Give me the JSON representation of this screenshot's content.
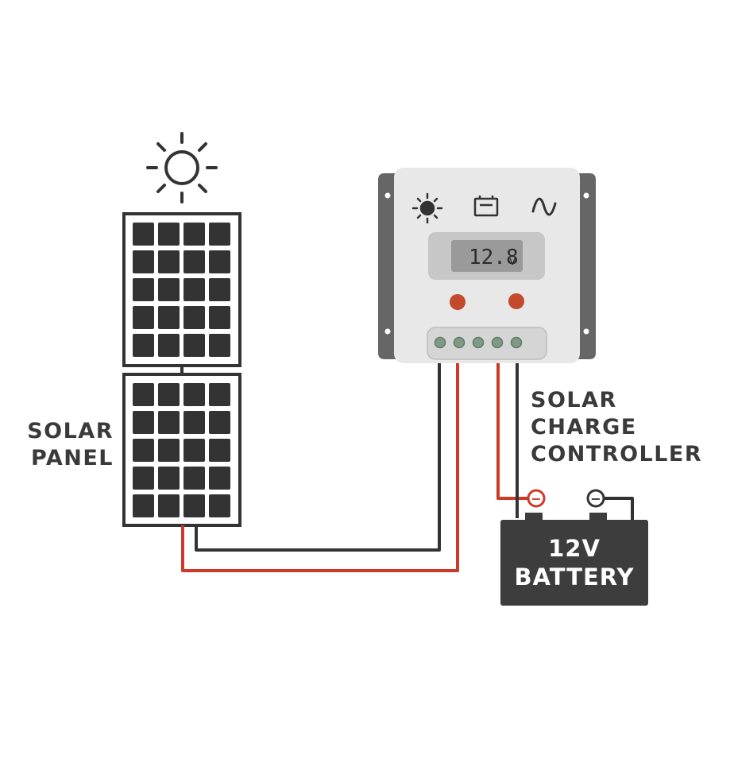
{
  "labels": {
    "solar_panel": [
      "SOLAR",
      "PANEL"
    ],
    "controller": [
      "SOLAR",
      "CHARGE",
      "CONTROLLER"
    ],
    "battery": [
      "12V",
      "BATTERY"
    ]
  },
  "controller": {
    "display_value": "12.8",
    "display_unit": "v",
    "indicator_icons": [
      "sun-icon",
      "battery-icon",
      "wave-icon"
    ],
    "terminal_count": 5
  },
  "battery_terminals": [
    "−",
    "−"
  ],
  "colors": {
    "wire_positive": "#cc3b2a",
    "wire_negative": "#333333",
    "panel_cell": "#333333",
    "controller_body": "#e8e8e8",
    "controller_bracket": "#666666",
    "lcd": "#9a9a9a",
    "led": "#c44a2c",
    "terminal": "#7e9a86",
    "battery": "#3d3d3d"
  }
}
